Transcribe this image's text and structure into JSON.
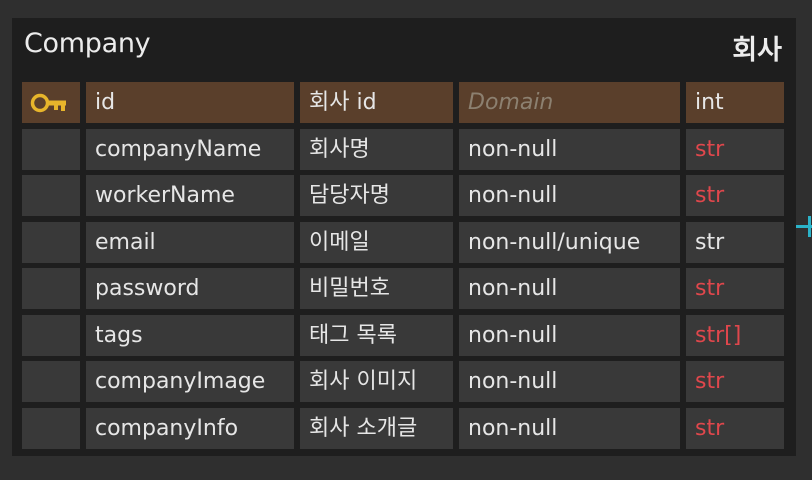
{
  "entity": {
    "title": "Company",
    "subtitle": "회사",
    "columns": [
      {
        "name": "id",
        "label": "회사 id",
        "domain": "Domain",
        "domain_is_placeholder": true,
        "type": "int",
        "type_color": "#e6e6e6",
        "primary_key": true
      },
      {
        "name": "companyName",
        "label": "회사명",
        "domain": "non-null",
        "type": "str",
        "type_color": "#e0474c"
      },
      {
        "name": "workerName",
        "label": "담당자명",
        "domain": "non-null",
        "type": "str",
        "type_color": "#e0474c"
      },
      {
        "name": "email",
        "label": "이메일",
        "domain": "non-null/unique",
        "type": "str",
        "type_color": "#e6e6e6"
      },
      {
        "name": "password",
        "label": "비밀번호",
        "domain": "non-null",
        "type": "str",
        "type_color": "#e0474c"
      },
      {
        "name": "tags",
        "label": "태그 목록",
        "domain": "non-null",
        "type": "str[]",
        "type_color": "#e0474c"
      },
      {
        "name": "companyImage",
        "label": "회사 이미지",
        "domain": "non-null",
        "type": "str",
        "type_color": "#e0474c"
      },
      {
        "name": "companyInfo",
        "label": "회사 소개글",
        "domain": "non-null",
        "type": "str",
        "type_color": "#e0474c"
      }
    ]
  },
  "icons": {
    "primary_key": "key-icon"
  },
  "colors": {
    "pk_row": "#5a3f2b",
    "row": "#393939",
    "required_type": "#e0474c",
    "connector": "#2bb3c9"
  }
}
